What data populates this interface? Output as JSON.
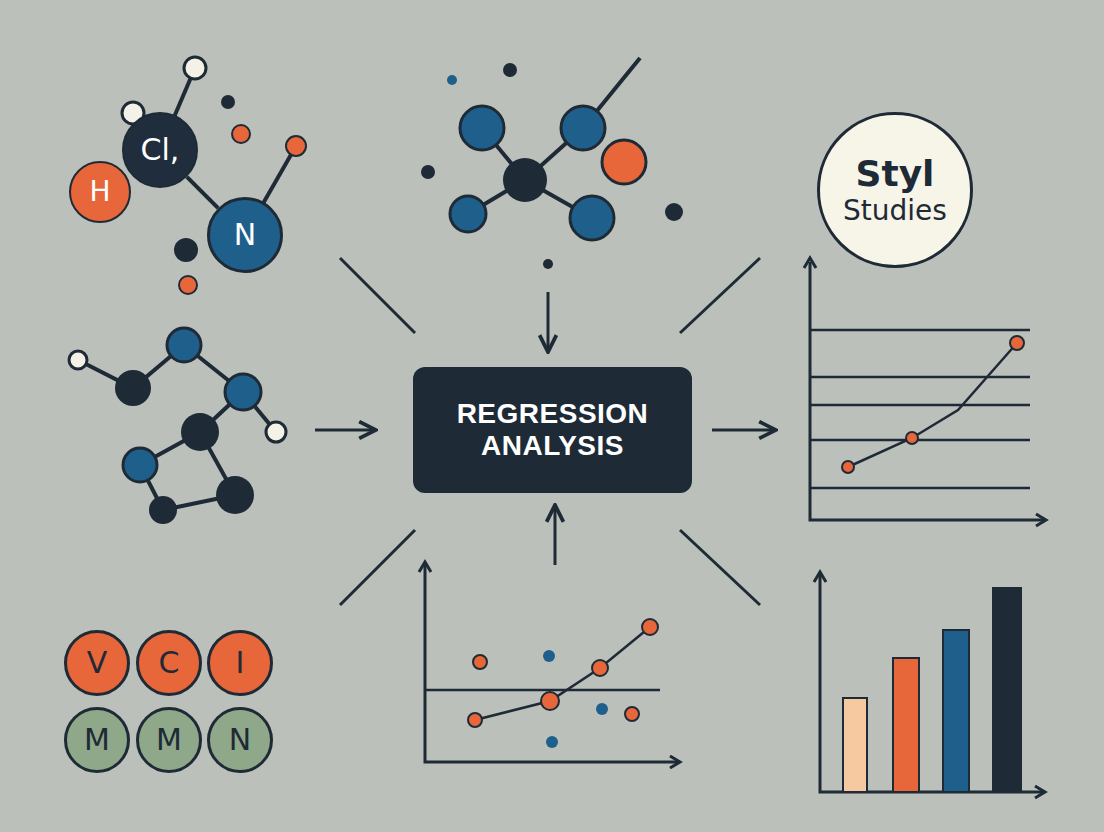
{
  "diagram": {
    "nodes": [
      {
        "text": [
          "H"
        ]
      },
      {
        "text": [
          "Cl,"
        ]
      },
      {
        "text": [
          "N"
        ]
      },
      {
        "text": [
          "Styl",
          "Studies"
        ]
      },
      {
        "text": [
          "REGRESSION ANALYSIS"
        ]
      },
      {
        "text": [
          "V"
        ]
      },
      {
        "text": [
          "C"
        ]
      },
      {
        "text": [
          "I"
        ]
      },
      {
        "text": [
          "M"
        ]
      },
      {
        "text": [
          "M"
        ]
      },
      {
        "text": [
          "N"
        ]
      }
    ],
    "edges": [
      {
        "from": 1,
        "to": 2,
        "arrow": "none"
      }
    ]
  }
}
